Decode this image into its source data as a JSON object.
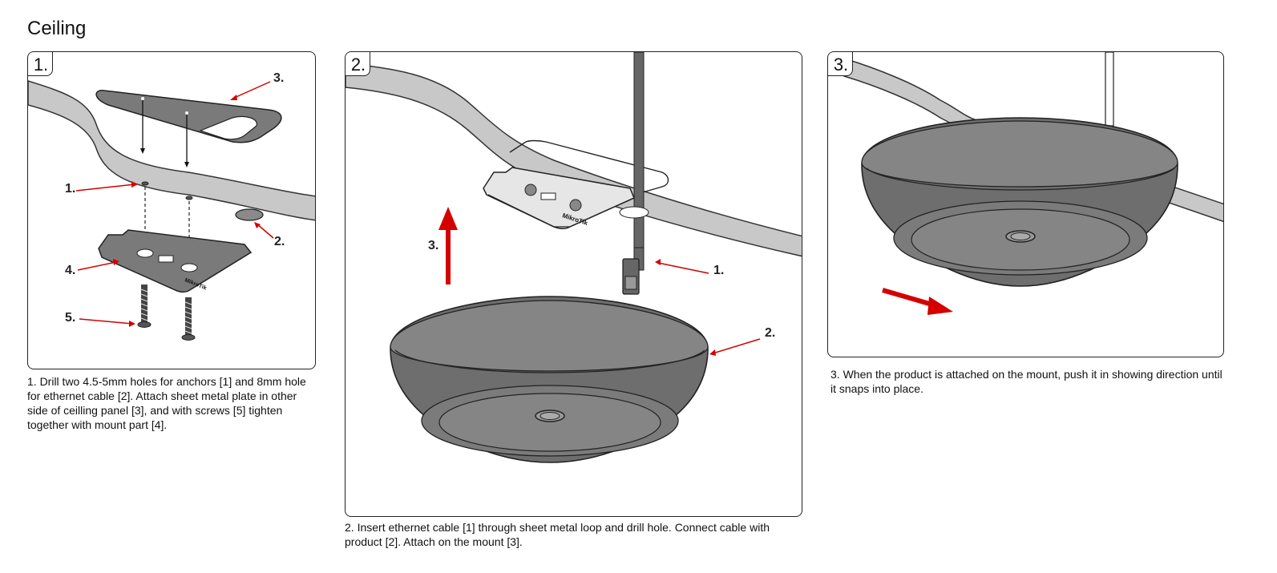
{
  "page": {
    "title": "Ceiling"
  },
  "steps": [
    {
      "badge": "1.",
      "callouts": [
        "1.",
        "2.",
        "3.",
        "4.",
        "5."
      ],
      "caption": "1. Drill two 4.5-5mm holes for anchors [1] and 8mm hole for ethernet cable [2]. Attach sheet metal plate in other side of ceilling panel [3], and with screws [5] tighten together with mount part [4]."
    },
    {
      "badge": "2.",
      "callouts": [
        "1.",
        "2.",
        "3."
      ],
      "caption": "2. Insert ethernet cable [1] through sheet metal loop and drill hole. Connect cable with product [2]. Attach on the mount [3]."
    },
    {
      "badge": "3.",
      "callouts": [],
      "caption": "3. When the product is attached on the mount, push it in showing direction until it snaps into place."
    }
  ],
  "brand_text": "MikroTik",
  "colors": {
    "arrow": "#d40000",
    "panel_band": "#c8c8c8",
    "device_body": "#6e6e6e",
    "device_face": "#858585",
    "plate": "#7a7a7a"
  }
}
